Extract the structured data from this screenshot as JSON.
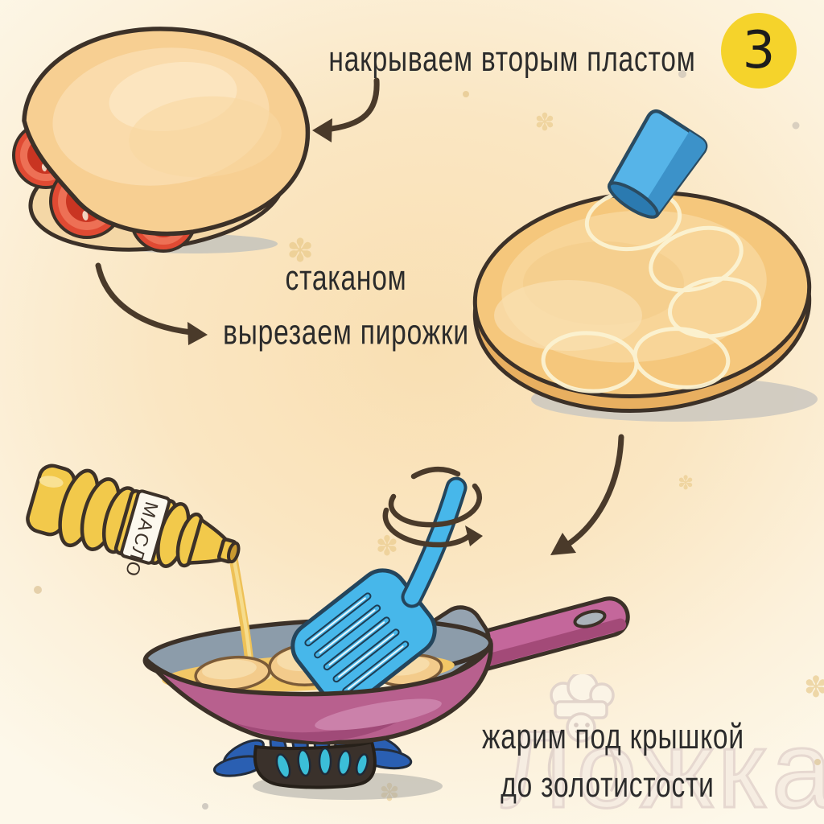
{
  "step_badge": {
    "number": "3",
    "background": "#F5D32B",
    "text_color": "#1C1C1C"
  },
  "captions": {
    "step_top": "накрываем вторым пластом",
    "step_middle_line1": "стаканом",
    "step_middle_line2": "вырезаем пирожки",
    "step_bottom_line1": "жарим под крышкой",
    "step_bottom_line2": "до золотистости"
  },
  "oil_bottle_label": "МАСЛО",
  "watermark": {
    "text": "Ложка"
  },
  "icons": {
    "flower": "✽"
  },
  "palette": {
    "background_center": "#F9DFB2",
    "background_edge": "#FDF8EA",
    "outline": "#3C3128",
    "dough": "#F6CD8C",
    "dough_light": "#F9DFAE",
    "tomato_red": "#E04A33",
    "glass_blue": "#56B4E8",
    "spatula_blue": "#47B7EA",
    "pan_pink": "#B8608E",
    "pan_dark_pink": "#A04A78",
    "pan_rim_gray": "#8C9CAA",
    "oil_yellow": "#F2C766",
    "bottle_gold": "#F2C94B",
    "flame_blue": "#2A5FB2",
    "flame_teal": "#3BBED8",
    "arrow_brown": "#4A3A2A",
    "badge_yellow": "#F5D32B",
    "watermark_gray": "#E6D8D0",
    "caption_text": "#2B2B2B"
  }
}
